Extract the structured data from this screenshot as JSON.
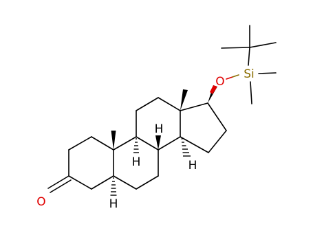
{
  "molecule": {
    "atom_labels": {
      "oxygen_carbonyl": "O",
      "oxygen_ether": "O",
      "silicon": "Si",
      "h_5": "H",
      "h_8": "H",
      "h_9": "H",
      "h_14": "H"
    },
    "colors": {
      "bond": "#000000",
      "oxygen": "#e00000",
      "silicon": "#8a6d00",
      "hydrogen": "#000000"
    }
  }
}
